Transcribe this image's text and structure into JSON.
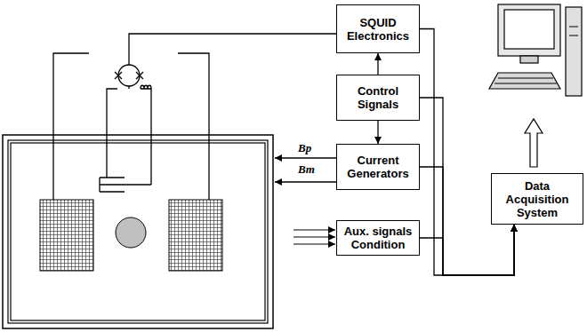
{
  "diagram": {
    "nodes": [
      {
        "text": [
          "SQUID Electronics"
        ]
      },
      {
        "text": [
          "Control Signals"
        ]
      },
      {
        "text": [
          "Current Generators"
        ]
      },
      {
        "text": [
          "Aux. signals Condition"
        ]
      },
      {
        "text": [
          "Data Acquisition System"
        ]
      }
    ],
    "edges": [
      {
        "from": 1,
        "to": 0,
        "arrow": "to"
      },
      {
        "from": 1,
        "to": 2,
        "arrow": "to"
      },
      {
        "from": 0,
        "to": 4,
        "arrow": "to"
      },
      {
        "from": 1,
        "to": 4,
        "arrow": "to"
      },
      {
        "from": 2,
        "to": 4,
        "arrow": "to"
      },
      {
        "from": 3,
        "to": 4,
        "arrow": "to"
      }
    ],
    "labels": [
      "Bp",
      "Bm"
    ]
  }
}
